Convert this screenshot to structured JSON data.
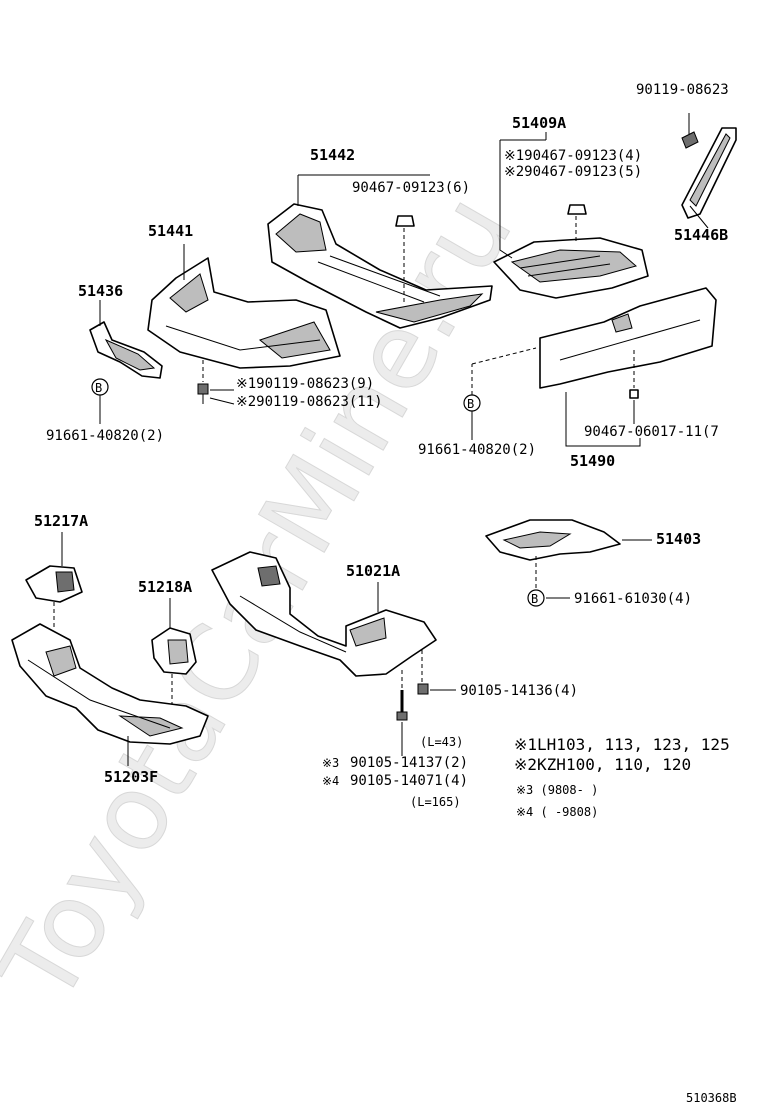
{
  "watermark": "ToyotaCarMine.ru",
  "figure_id": "510368B",
  "parts": {
    "p90119_08623": "90119-08623",
    "p51409A": "51409A",
    "p51442": "51442",
    "p90467_09123_1": "※190467-09123(4)",
    "p90467_09123_2": "※290467-09123(5)",
    "p90467_09123_6": "90467-09123(6)",
    "p51446B": "51446B",
    "p51441": "51441",
    "p51436": "51436",
    "p90119_08623_9": "※190119-08623(9)",
    "p90119_08623_11": "※290119-08623(11)",
    "p91661_40820_left": "91661-40820(2)",
    "p91661_40820_mid": "91661-40820(2)",
    "p90467_06017": "90467-06017-11(7",
    "p51490": "51490",
    "p51217A": "51217A",
    "p51218A": "51218A",
    "p51021A": "51021A",
    "p51403": "51403",
    "p91661_61030": "91661-61030(4)",
    "p90105_14136": "90105-14136(4)",
    "p51203F": "51203F",
    "p90105_14137": "90105-14137(2)",
    "p90105_14071": "90105-14071(4)"
  },
  "notes": {
    "l43": "(L=43)",
    "l165": "(L=165)",
    "mark3": "※3",
    "mark4": "※4",
    "legend1": "※1LH103, 113, 123, 125",
    "legend2": "※2KZH100, 110, 120",
    "legend3": "※3 (9808-        )",
    "legend4": "※4 (        -9808)"
  },
  "bolt_marker": "B"
}
